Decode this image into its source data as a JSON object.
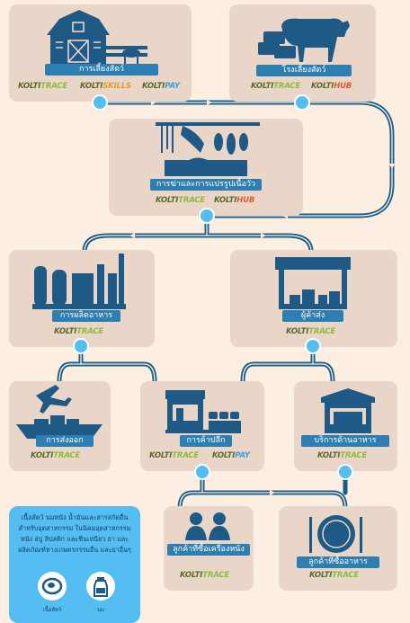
{
  "nodes": {
    "farm": {
      "label": "การเลี้ยงสัตว์",
      "brands": [
        "trace",
        "skills",
        "pay"
      ]
    },
    "feedlot": {
      "label": "โรงเลี้ยงสัตว์",
      "brands": [
        "trace",
        "hub"
      ]
    },
    "slaughter": {
      "label": "การฆ่าและการแปรรูปเนื้อวัว",
      "brands": [
        "trace",
        "hub"
      ]
    },
    "food_production": {
      "label": "การผลิตอาหาร",
      "brands": [
        "trace"
      ]
    },
    "wholesaler": {
      "label": "ผู้ค้าส่ง",
      "brands": [
        "trace"
      ]
    },
    "export": {
      "label": "การส่งออก",
      "brands": [
        "trace"
      ]
    },
    "retail": {
      "label": "การค้าปลีก",
      "brands": [
        "trace",
        "pay"
      ]
    },
    "food_service": {
      "label": "บริการด้านอาหาร",
      "brands": [
        "trace"
      ]
    },
    "leather_customer": {
      "label": "ลูกค้าที่ซื้อเครื่องหนัง",
      "brands": [
        "trace"
      ]
    },
    "food_customer": {
      "label": "ลูกค้าที่ซื้ออาหาร",
      "brands": [
        "trace"
      ]
    }
  },
  "brand_names": {
    "prefix": "KOLTI",
    "trace": "TRACE",
    "skills": "SKILLS",
    "pay": "PAY",
    "hub": "HUB"
  },
  "info": {
    "text": "เนื้อสัตว์ นมหนัง น้ำมันและสารสกัดอื่นสำหรับอุตสาหกรรม ในนิคมอุตสาหกรรม หนัง สบู่ ลิปสติก และชีนเหนียว ยา และผลิตภัณฑ์ทางเกษตรกรรมอื่น และยาอื่นๆ",
    "icon1_label": "เนื้อสัตว์",
    "icon2_label": "นม"
  },
  "colors": {
    "background": "#fdeee2",
    "card": "#ead6c8",
    "label": "#2c7fb0",
    "flow_line": "#1a5f8a",
    "dot": "#54bdf2",
    "icon": "#1e5a85",
    "info_panel": "#54bdf2"
  }
}
